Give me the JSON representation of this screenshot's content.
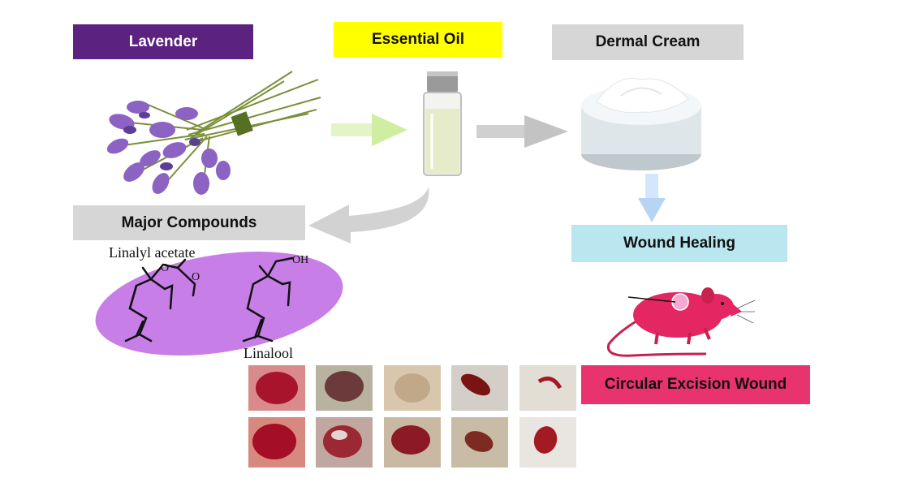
{
  "boxes": {
    "lavender": "Lavender",
    "essential_oil": "Essential Oil",
    "dermal_cream": "Dermal Cream",
    "major_compounds": "Major Compounds",
    "wound_healing": "Wound Healing",
    "circular_excision_wound": "Circular Excision Wound"
  },
  "compounds": {
    "linalyl_acetate": "Linalyl acetate",
    "linalool": "Linalool"
  },
  "colors": {
    "lavender_box": "#5c2280",
    "essential_oil_box": "#ffff00",
    "gray_box": "#d6d6d6",
    "wound_healing_box": "#b9e6ef",
    "excision_box": "#e9336e",
    "compound_ellipse": "#c77ee6",
    "mouse": "#e42762"
  },
  "icons": [
    "lavender-bundle",
    "vial",
    "cream-jar",
    "mouse",
    "wound-photo"
  ]
}
